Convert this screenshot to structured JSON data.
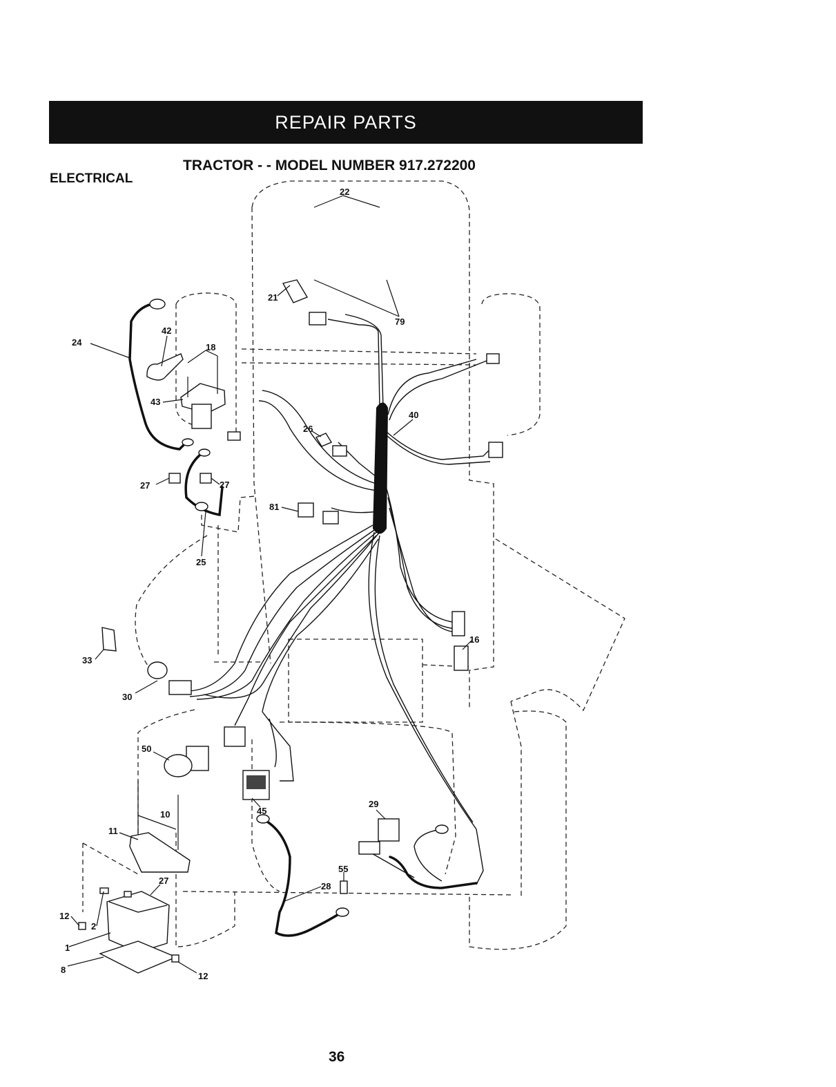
{
  "header": {
    "banner": "REPAIR PARTS",
    "section": "ELECTRICAL",
    "model_title": "TRACTOR - - MODEL NUMBER 917.272200"
  },
  "callouts": {
    "c22": "22",
    "c21": "21",
    "c79": "79",
    "c24": "24",
    "c42": "42",
    "c18": "18",
    "c43": "43",
    "c27a": "27",
    "c27b": "27",
    "c27c": "27",
    "c25": "25",
    "c26": "26",
    "c40": "40",
    "c81": "81",
    "c16": "16",
    "c33": "33",
    "c30": "30",
    "c50": "50",
    "c10": "10",
    "c11": "11",
    "c45": "45",
    "c29": "29",
    "c55": "55",
    "c28": "28",
    "c12a": "12",
    "c12b": "12",
    "c2": "2",
    "c1": "1",
    "c8": "8"
  },
  "footer": {
    "page_number": "36"
  }
}
